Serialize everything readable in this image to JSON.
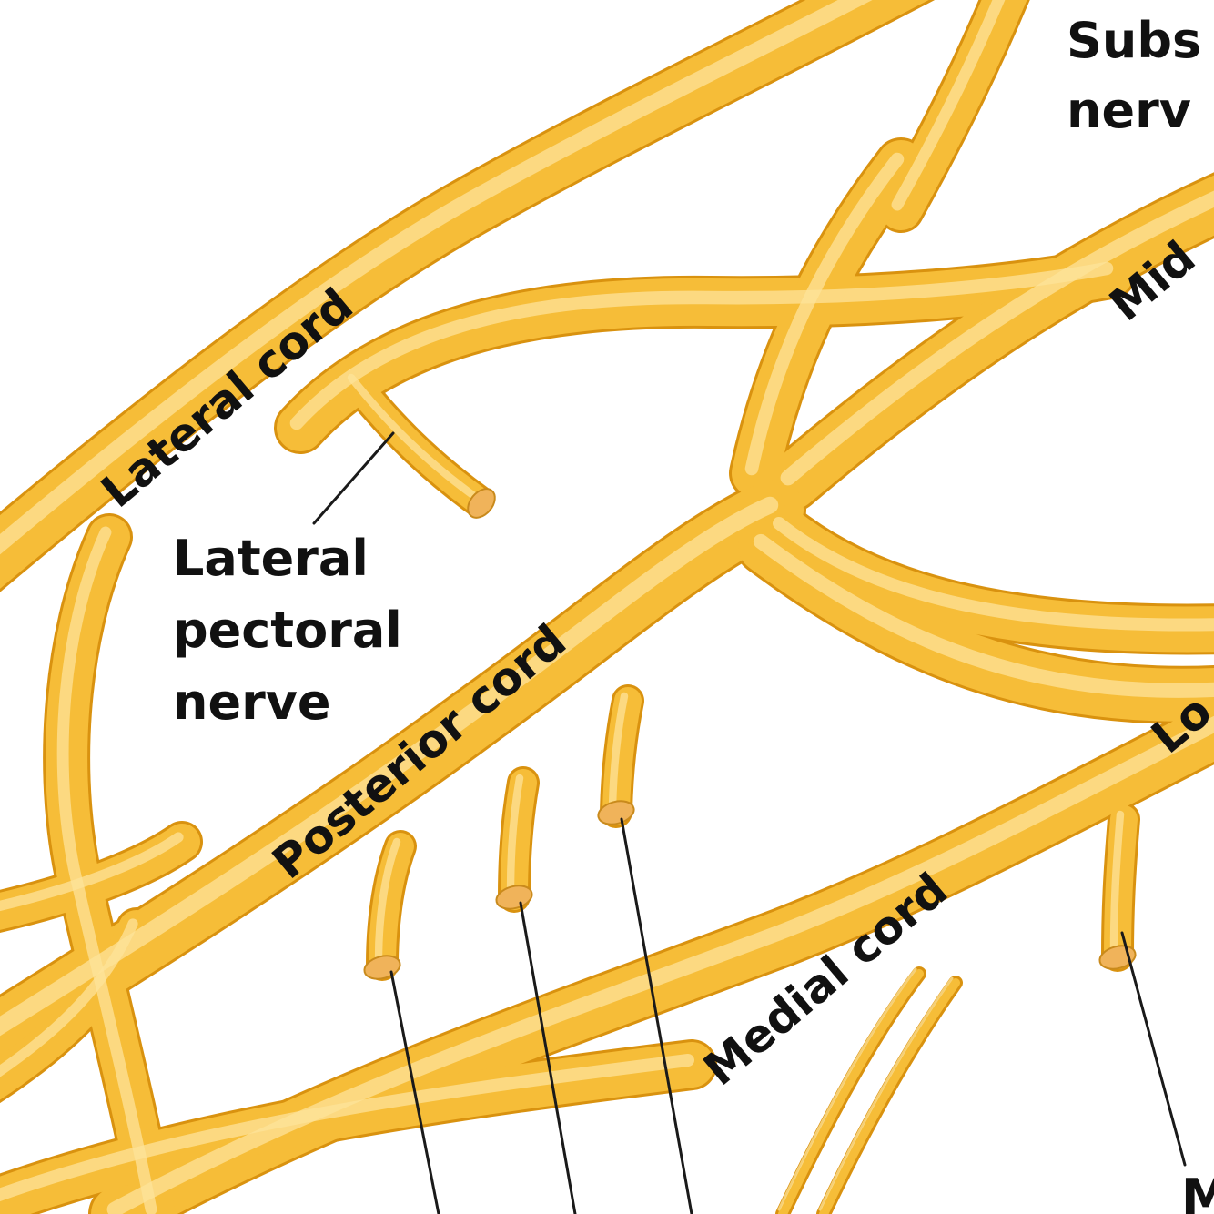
{
  "diagram": {
    "labels": {
      "lateral_cord": "Lateral cord",
      "posterior_cord": "Posterior cord",
      "medial_cord": "Medial cord",
      "lateral_pectoral_nerve": [
        "Lateral",
        "pectoral",
        "nerve"
      ],
      "subscapular_nerve_partial": [
        "Subs",
        "nerv"
      ],
      "middle_trunk_partial": "Mid",
      "lower_trunk_partial": "Lo",
      "bottom_right_partial": "M"
    },
    "colors": {
      "nerve": "#f6bd38",
      "nerve_edge": "#d9920f",
      "nerve_highlight": "#fde39a",
      "stump": "#f0b35a",
      "leader_line": "#1a1a1a",
      "text": "#111111",
      "background": "#ffffff"
    }
  }
}
